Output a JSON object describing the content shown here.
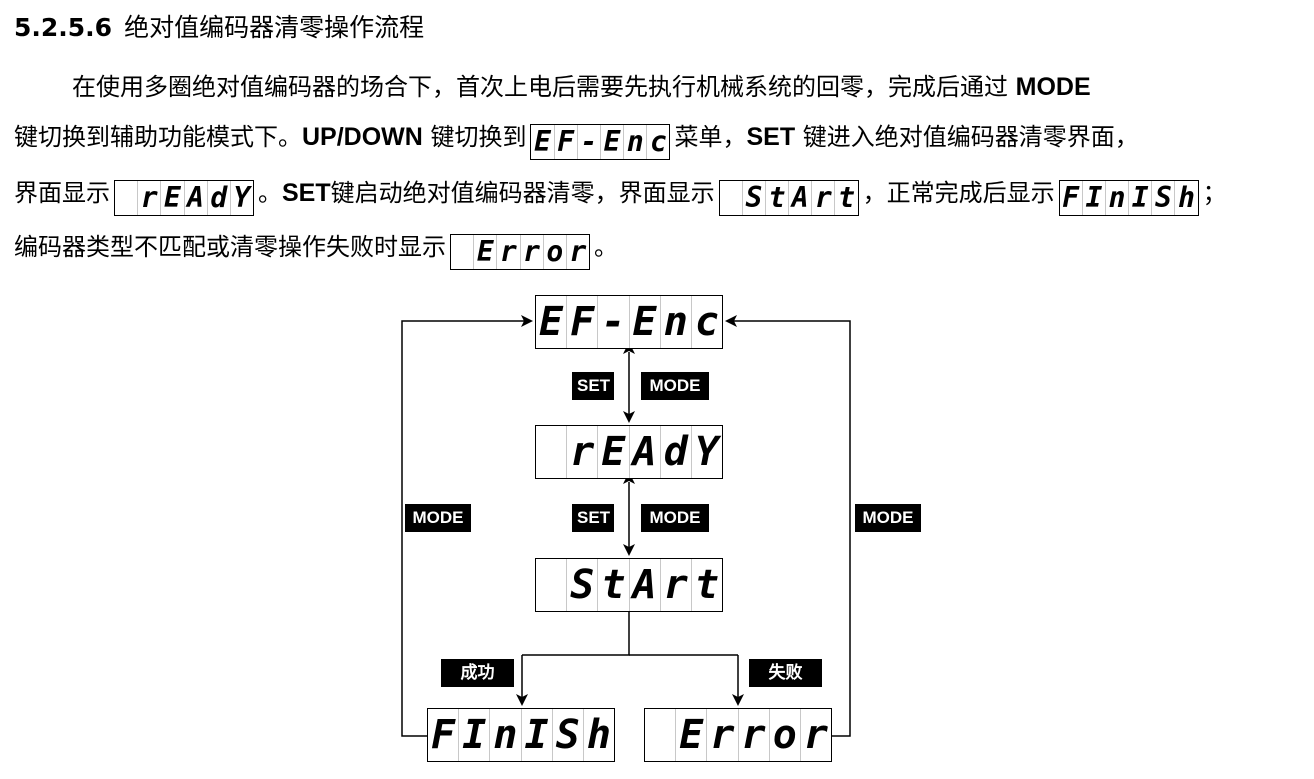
{
  "heading": {
    "number": "5.2.5.6",
    "title": "绝对值编码器清零操作流程"
  },
  "paragraph": {
    "line1": "在使用多圈绝对值编码器的场合下，首次上电后需要先执行机械系统的回零，完成后通过",
    "line1_bold": "MODE",
    "line2_a": "键切换到辅助功能模式下。",
    "line2_bold1": "UP/DOWN",
    "line2_b": "键切换到",
    "line2_c": "菜单，",
    "line2_bold2": "SET",
    "line2_d": "键进入绝对值编码器清零界面，",
    "line3_a": "界面显示",
    "line3_b": "。",
    "line3_bold": "SET",
    "line3_c": "键启动绝对值编码器清零，界面显示",
    "line3_d": "，正常完成后显示",
    "line3_e": "；",
    "line4_a": "编码器类型不匹配或清零操作失败时显示",
    "line4_b": "。"
  },
  "displays": {
    "ef_enc": [
      "E",
      "F",
      "-",
      "E",
      "n",
      "c"
    ],
    "ready": [
      "",
      "r",
      "E",
      "A",
      "d",
      "Y"
    ],
    "start": [
      "",
      "S",
      "t",
      "A",
      "r",
      "t"
    ],
    "finish": [
      "F",
      "I",
      "n",
      "I",
      "S",
      "h"
    ],
    "error": [
      "",
      "E",
      "r",
      "r",
      "o",
      "r"
    ]
  },
  "flow_labels": {
    "set1": "SET",
    "mode1": "MODE",
    "set2": "SET",
    "mode2": "MODE",
    "mode_left": "MODE",
    "mode_right": "MODE",
    "success": "成功",
    "fail": "失败"
  }
}
